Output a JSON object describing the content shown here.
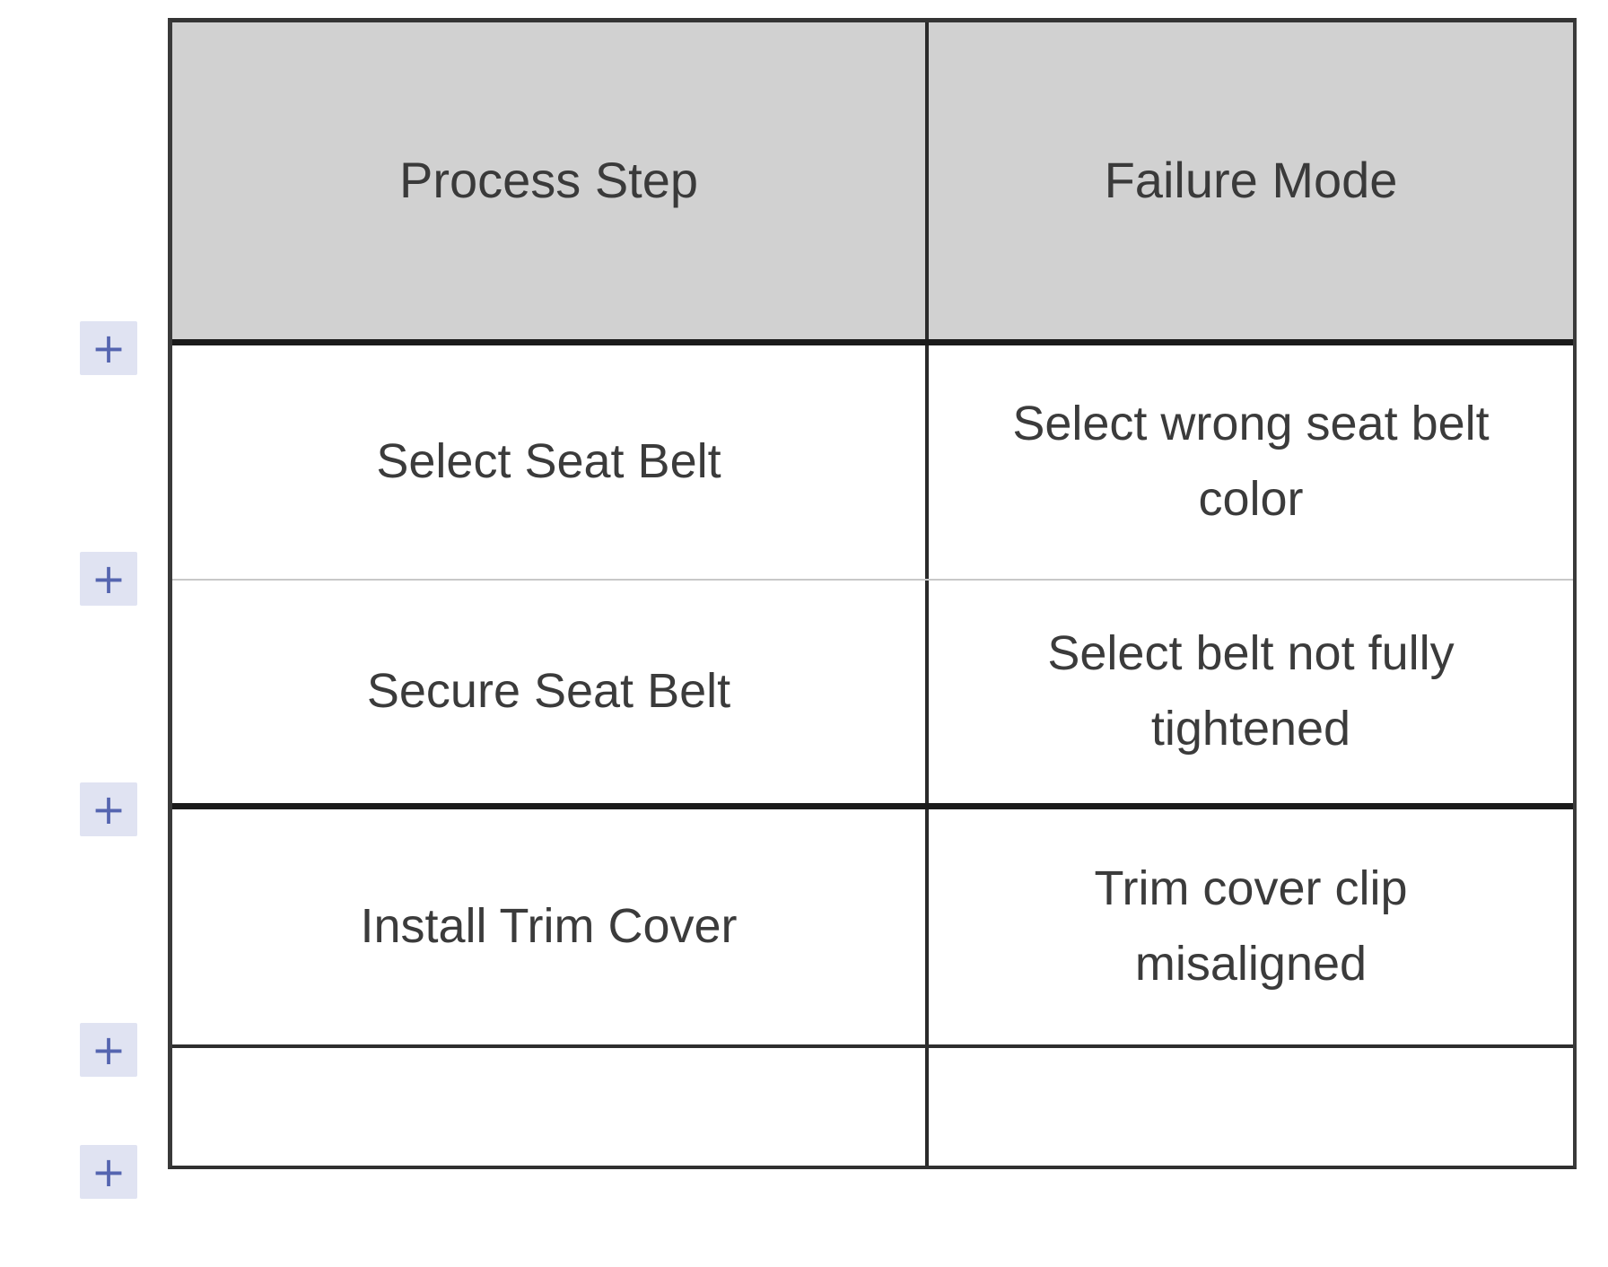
{
  "table": {
    "header": {
      "process_step": "Process Step",
      "failure_mode": "Failure Mode"
    },
    "rows": [
      {
        "process_step": "Select Seat Belt",
        "failure_mode": "Select wrong seat belt color"
      },
      {
        "process_step": "Secure Seat Belt",
        "failure_mode": "Select belt not fully tightened"
      },
      {
        "process_step": "Install Trim Cover",
        "failure_mode": "Trim cover clip misaligned"
      },
      {
        "process_step": "",
        "failure_mode": ""
      }
    ]
  },
  "buttons": {
    "add_row_label": "+",
    "add_row_count": 5
  },
  "colors": {
    "header_bg": "#d1d1d1",
    "border_strong": "#1b1b1b",
    "border_medium": "#2e2e2e",
    "border_light": "#c8c8c8",
    "add_button_bg": "#e0e3f2",
    "add_button_fg": "#5565b0",
    "text": "#3b3b3b"
  }
}
